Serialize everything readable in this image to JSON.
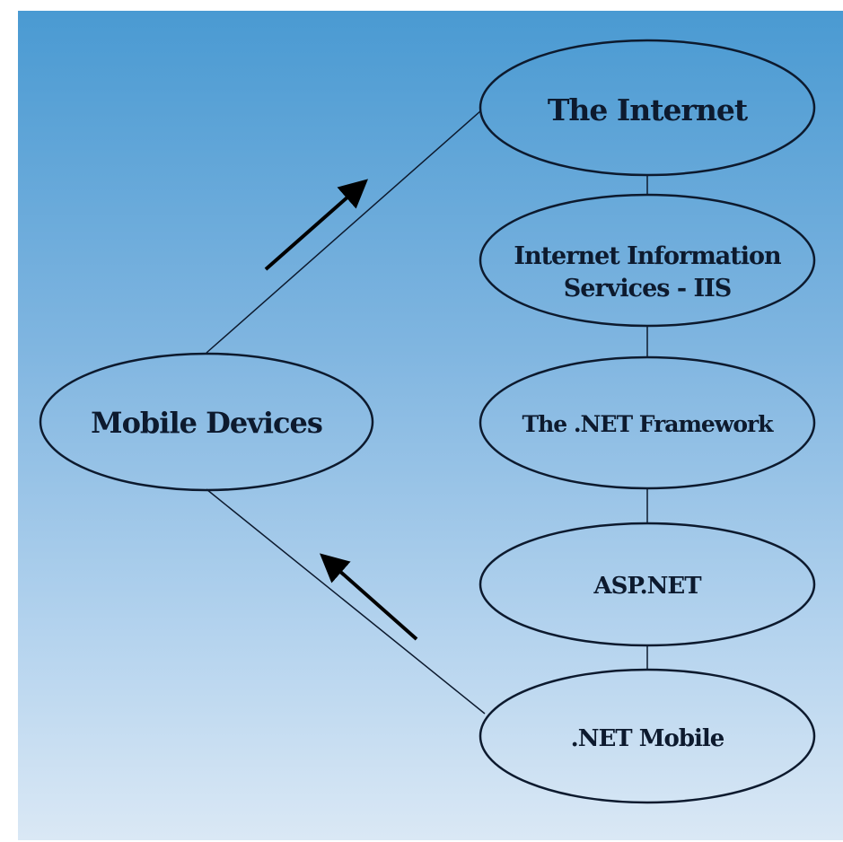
{
  "nodes": {
    "mobile_devices": "Mobile Devices",
    "internet": "The Internet",
    "iis_line1": "Internet Information",
    "iis_line2": "Services - IIS",
    "framework": "The .NET Framework",
    "aspnet": "ASP.NET",
    "net_mobile": ".NET Mobile"
  },
  "colors": {
    "gradient_top": "#4a9ad2",
    "gradient_bottom": "#dae8f5",
    "stroke": "#0d1a2e"
  }
}
